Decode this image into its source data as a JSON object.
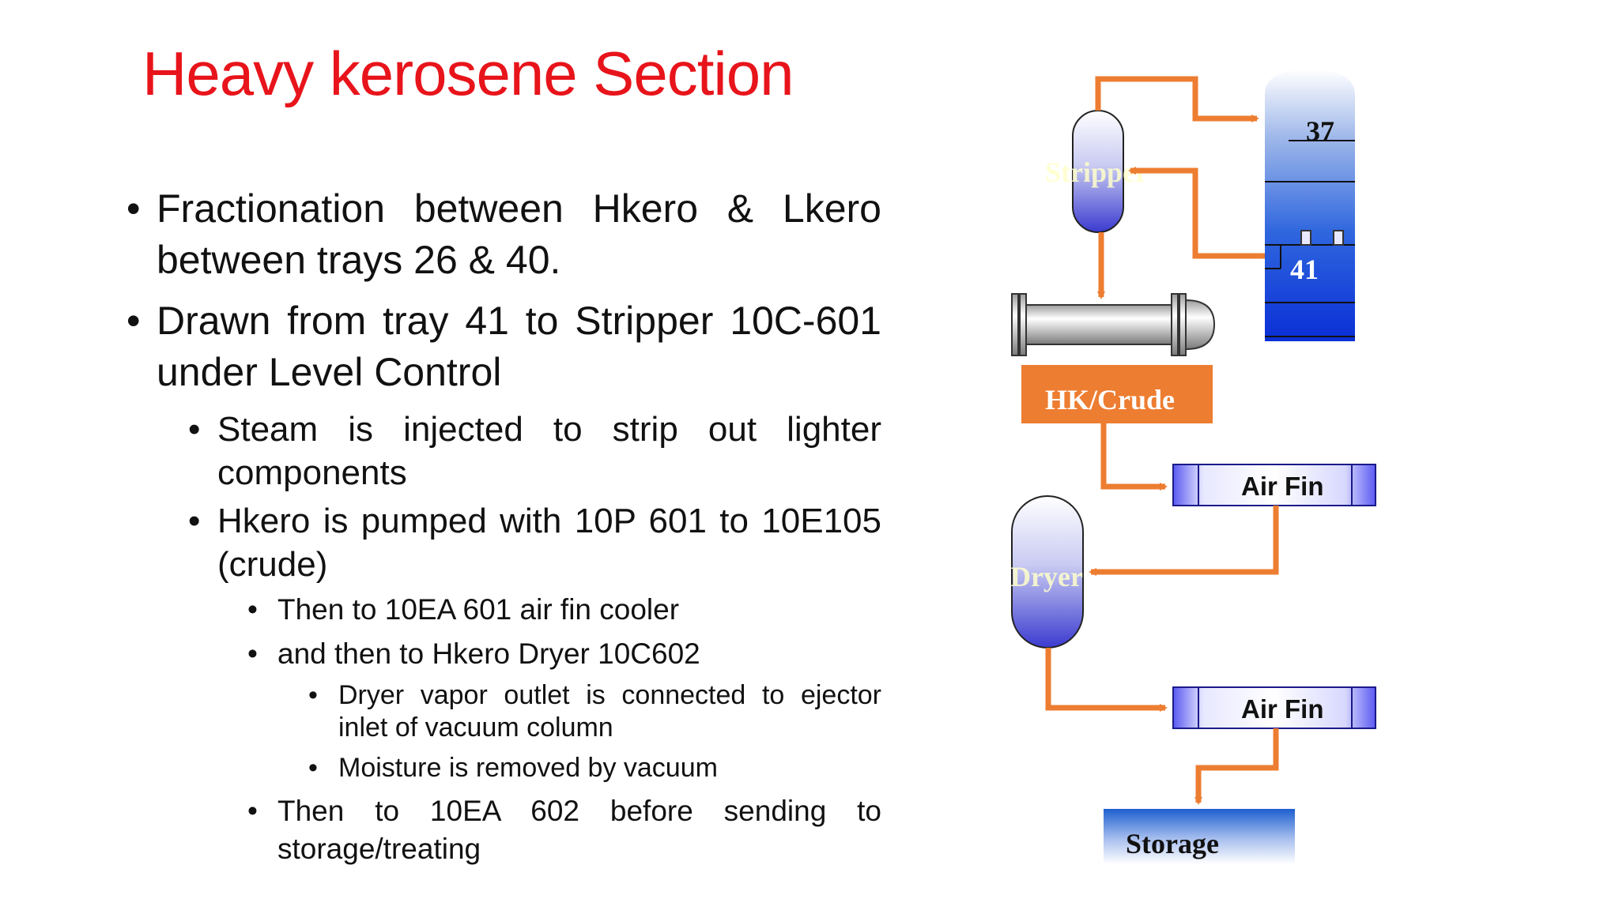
{
  "slide": {
    "title": "Heavy kerosene Section",
    "bullets": [
      {
        "level": 1,
        "text": "Fractionation between Hkero & Lkero between trays 26 & 40."
      },
      {
        "level": 1,
        "text": "Drawn from tray 41 to  Stripper 10C-601 under Level Control"
      },
      {
        "level": 2,
        "text": "Steam is injected to strip out lighter components"
      },
      {
        "level": 2,
        "text": "Hkero is pumped with 10P 601 to 10E105 (crude)"
      },
      {
        "level": 3,
        "text": "Then to 10EA 601 air fin cooler"
      },
      {
        "level": 3,
        "text": "and then to Hkero Dryer 10C602"
      },
      {
        "level": 4,
        "text": "Dryer vapor outlet is connected to ejector inlet of vacuum column"
      },
      {
        "level": 4,
        "text": "Moisture is removed by vacuum"
      },
      {
        "level": 3,
        "text": "Then to 10EA 602 before sending to storage/treating"
      }
    ],
    "bullet_char": "•"
  },
  "diagram": {
    "column": {
      "tray_top": "37",
      "tray_draw": "41"
    },
    "stripper_label": "Stripper",
    "exchanger_label": "HK/Crude",
    "airfin1_label": "Air Fin",
    "dryer_label": "Dryer",
    "airfin2_label": "Air Fin",
    "storage_label": "Storage",
    "colors": {
      "pipe": "#ed7d31",
      "vessel_blue": "#3333cc",
      "column_blue": "#0b3fd9",
      "title_red": "#e8141b",
      "exchanger_box": "#ed7d31"
    }
  }
}
